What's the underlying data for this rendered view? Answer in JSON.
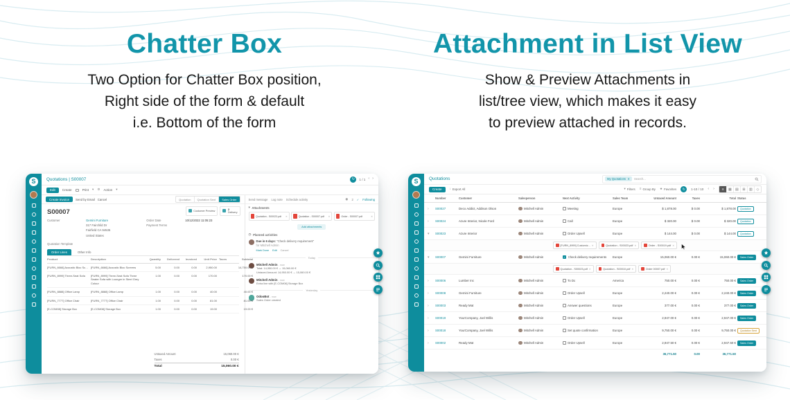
{
  "hero": {
    "left_title": "Chatter Box",
    "left_lines": [
      "Two Option for Chatter Box position,",
      "Right side of the form & default",
      "i.e. Bottom of the form"
    ],
    "right_title": "Attachment in List View",
    "right_lines": [
      "Show & Preview Attachments in",
      "list/tree view, which makes it easy",
      "to preview attached in records."
    ]
  },
  "icons": {
    "logo": "S",
    "refresh": "↻",
    "caret": "▾",
    "chev_left": "‹",
    "chev_right": "›",
    "expand": "›",
    "expand_open": "▾",
    "star": "★",
    "check": "✓",
    "close": "✕",
    "pencil": "✎",
    "gear": "⚙",
    "menu": "≡",
    "download": "↓",
    "bullet": "•",
    "view_list": "≡",
    "view_kanban": "▦",
    "view_calendar": "▤",
    "view_pivot": "⊞",
    "view_graph": "▥",
    "view_map": "◇",
    "person": "◉",
    "clock": "◷"
  },
  "colors": {
    "teal": "#0E8D9D",
    "heading": "#1295AA",
    "pdf_red": "#e3453a"
  },
  "form_app": {
    "breadcrumb": "Quotations | S00007",
    "pager": "1 / 1",
    "toolbar": {
      "edit": "Edit",
      "create": "Create",
      "print": "Print",
      "action": "Action"
    },
    "buttons": {
      "create_invoice": "Create Invoice",
      "send_by_email": "Send by Email",
      "cancel": "Cancel"
    },
    "statusbar": [
      "Quotation",
      "Quotation Sent",
      "Sales Order"
    ],
    "stat_buttons": {
      "customer_preview": "Customer Preview",
      "delivery_count": "2",
      "delivery": "Delivery"
    },
    "record": {
      "name": "S00007",
      "customer_label": "Customer",
      "customer": "Gemini Furniture",
      "address1": "317 Fairchild Dr",
      "address2": "Fairfield CA 94535",
      "address3": "United States",
      "order_date_label": "Order Date",
      "order_date": "10/12/2022 11:05:23",
      "payment_terms_label": "Payment Terms",
      "template_label": "Quotation Template"
    },
    "tabs": [
      "Order Lines",
      "Other Info"
    ],
    "columns": [
      "Product",
      "Description",
      "Quantity",
      "Delivered",
      "Invoiced",
      "Unit Price",
      "Taxes",
      "Subtotal"
    ],
    "lines": [
      {
        "product": "[FURN_6666] Acoustic Bloc Screens",
        "desc": "[FURN_6666] Acoustic Bloc Screens",
        "qty": "5.00",
        "delivered": "0.00",
        "invoiced": "0.00",
        "price": "2,950.00",
        "taxes": "",
        "subtotal": "14,750.00 €"
      },
      {
        "product": "[FURN_8999] Three-Seat Sofa",
        "desc": "[FURN_8999] Three-Seat Sofa Three Seater Sofa with Lounger in Steel Grey Colour",
        "qty": "1.00",
        "delivered": "0.00",
        "invoiced": "0.00",
        "price": "170.00",
        "taxes": "",
        "subtotal": "170.00 €"
      },
      {
        "product": "[FURN_8888] Office Lamp",
        "desc": "[FURN_8888] Office Lamp",
        "qty": "1.00",
        "delivered": "0.00",
        "invoiced": "0.00",
        "price": "40.00",
        "taxes": "",
        "subtotal": "40.00 €"
      },
      {
        "product": "[FURN_7777] Office Chair",
        "desc": "[FURN_7777] Office Chair",
        "qty": "1.00",
        "delivered": "0.00",
        "invoiced": "0.00",
        "price": "81.00",
        "taxes": "",
        "subtotal": "81.00 €"
      },
      {
        "product": "[E-COM08] Storage Box",
        "desc": "[E-COM08] Storage Box",
        "qty": "1.00",
        "delivered": "0.00",
        "invoiced": "0.00",
        "price": "19.00",
        "taxes": "",
        "subtotal": "19.00 €"
      }
    ],
    "totals": {
      "untaxed_label": "Untaxed Amount",
      "untaxed": "15,060.00 €",
      "taxes_label": "Taxes",
      "taxes": "0.00 €",
      "total_label": "Total",
      "total": "15,060.00 €"
    },
    "chatter": {
      "send_message": "Send message",
      "log_note": "Log note",
      "schedule_activity": "Schedule activity",
      "follower_count": "2",
      "following": "Following",
      "attachments_label": "Attachments",
      "attachments": [
        "Quotation - S00023.pdf",
        "Quotation - S00007.pdf",
        "Order - S00007.pdf"
      ],
      "add_attachments": "Add attachments",
      "planned_label": "Planned activities",
      "activity": {
        "due": "Due in 6 days:",
        "summary": "\"Check delivery requirement\"",
        "assignee": "for Mitchell Admin",
        "mark_done": "Mark Done",
        "edit": "Edit",
        "cancel": "Cancel"
      },
      "today": "Today",
      "yesterday": "Yesterday",
      "messages": [
        {
          "author": "Mitchell Admin",
          "time": "- now",
          "line1": "Total: 14,950.00 € → 15,060.00 €",
          "line2": "Untaxed Amount: 14,950.00 € → 15,060.00 €"
        },
        {
          "author": "Mitchell Admin",
          "time": "- now",
          "line1": "Extra line with [E-COM08] Storage Box",
          "line2": ""
        },
        {
          "author": "OdooBot",
          "time": "- now",
          "line1": "Sales Order created",
          "line2": ""
        }
      ]
    }
  },
  "list_app": {
    "breadcrumb": "Quotations",
    "search": {
      "facet": "My Quotations",
      "placeholder": "Search..."
    },
    "toolbar": {
      "create": "Create",
      "export_all": "Export All",
      "filters": "Filters",
      "group_by": "Group By",
      "favorites": "Favorites",
      "pager": "1-10 / 10"
    },
    "columns": [
      "Number",
      "Customer",
      "Salesperson",
      "Next Activity",
      "Sales Team",
      "Untaxed Amount",
      "Taxes",
      "Total",
      "Status"
    ],
    "rows": [
      {
        "number": "S00027",
        "customer": "Deco Addict, Addison Olson",
        "salesperson": "Mitchell Admin",
        "activity": "Meeting",
        "team": "Europe",
        "untaxed": "$ 1,878.00",
        "taxes": "$ 0.00",
        "total": "$ 1,878.00",
        "status": "Quotation"
      },
      {
        "number": "S00024",
        "customer": "Azure Interior, Nicole Ford",
        "salesperson": "Mitchell Admin",
        "activity": "Call",
        "team": "Europe",
        "untaxed": "$ 320.00",
        "taxes": "$ 0.00",
        "total": "$ 320.00",
        "status": "Quotation"
      },
      {
        "number": "S00023",
        "customer": "Azure Interior",
        "salesperson": "Mitchell Admin",
        "activity": "Order Upsell",
        "team": "Europe",
        "untaxed": "$ 144.00",
        "taxes": "$ 0.00",
        "total": "$ 144.00",
        "status": "Quotation"
      },
      {
        "number": "S00007",
        "customer": "Gemini Furniture",
        "salesperson": "Mitchell Admin",
        "activity": "Check delivery requirements",
        "team": "Europe",
        "untaxed": "15,060.00 €",
        "taxes": "0.00 €",
        "total": "15,060.00 €",
        "status": "Sales Order"
      },
      {
        "number": "S00006",
        "customer": "Lumber Inc",
        "salesperson": "Mitchell Admin",
        "activity": "To Do",
        "team": "America",
        "untaxed": "750.00 €",
        "taxes": "0.00 €",
        "total": "750.00 €",
        "status": "Sales Order"
      },
      {
        "number": "S00008",
        "customer": "Gemini Furniture",
        "salesperson": "Mitchell Admin",
        "activity": "Order Upsell",
        "team": "Europe",
        "untaxed": "2,240.00 €",
        "taxes": "0.00 €",
        "total": "2,240.00 €",
        "status": "Sales Order"
      },
      {
        "number": "S00003",
        "customer": "Ready Mat",
        "salesperson": "Mitchell Admin",
        "activity": "Answer questions",
        "team": "Europe",
        "untaxed": "377.00 €",
        "taxes": "0.00 €",
        "total": "377.00 €",
        "status": "Sales Order"
      },
      {
        "number": "S00019",
        "customer": "YourCompany, Joel Willis",
        "salesperson": "Mitchell Admin",
        "activity": "Order Upsell",
        "team": "Europe",
        "untaxed": "2,947.00 €",
        "taxes": "0.00 €",
        "total": "2,947.00 €",
        "status": "Sales Order"
      },
      {
        "number": "S00018",
        "customer": "YourCompany, Joel Willis",
        "salesperson": "Mitchell Admin",
        "activity": "Set quote confirmation",
        "team": "Europe",
        "untaxed": "9,750.00 €",
        "taxes": "0.00 €",
        "total": "9,750.00 €",
        "status": "Quotation Sent"
      },
      {
        "number": "S00002",
        "customer": "Ready Mat",
        "salesperson": "Mitchell Admin",
        "activity": "Order Upsell",
        "team": "Europe",
        "untaxed": "2,947.50 €",
        "taxes": "0.00 €",
        "total": "2,947.50 €",
        "status": "Sales Order"
      }
    ],
    "attach_row_1": [
      "[FURN_8999] Customiz...",
      "Quotation - S00023.pdf",
      "Order - S00019.pdf"
    ],
    "attach_row_2": [
      "Quotation - S00023.pdf",
      "Quotation - S00010.pdf",
      "Order 00007.pdf"
    ],
    "footer": {
      "untaxed": "36,771.50",
      "taxes": "0.00",
      "total": "36,771.50"
    }
  }
}
